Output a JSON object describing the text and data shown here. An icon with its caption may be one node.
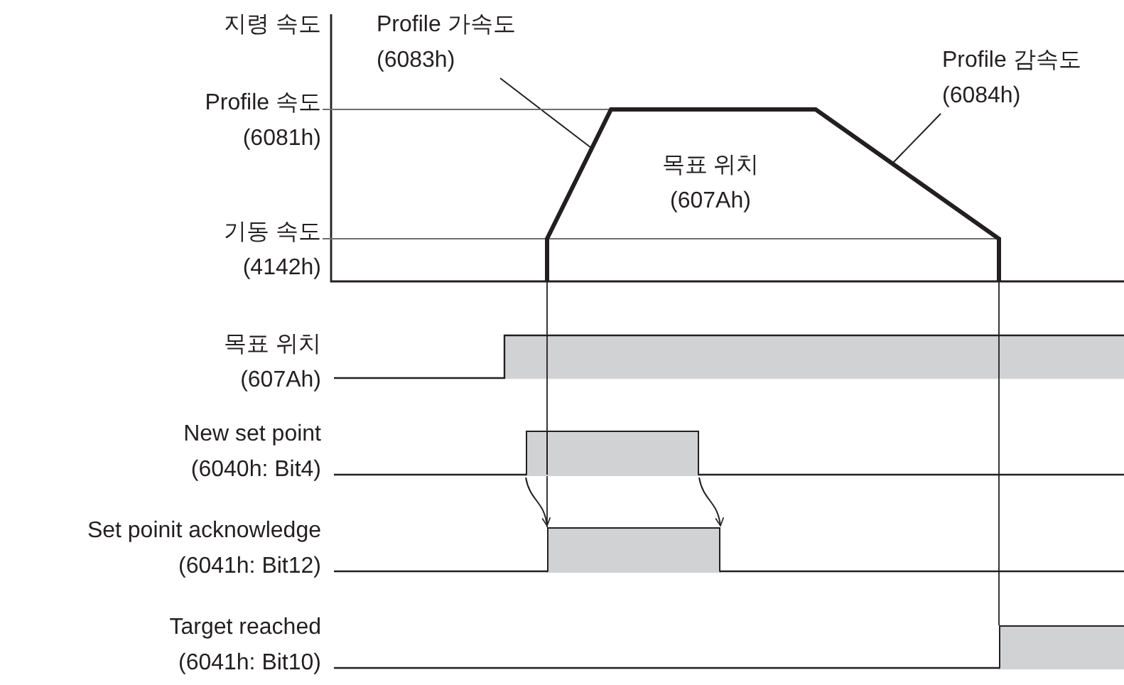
{
  "diagram": {
    "nodes": [
      {
        "text": [
          "Profile 가속도 (6083h)"
        ]
      },
      {
        "text": [
          "Profile 감속도 (6084h)"
        ]
      },
      {
        "text": [
          "Profile 속도 (6081h)"
        ]
      },
      {
        "text": [
          "목표 위치 (607Ah)"
        ]
      },
      {
        "text": [
          "기동 속도 (4142h)"
        ]
      },
      {
        "text": [
          "New set point (6040h: Bit4)"
        ]
      },
      {
        "text": [],
        "shape": "bar"
      },
      {
        "text": [
          "Set poinit acknowledge (6041h: Bit12)"
        ]
      },
      {
        "text": [],
        "shape": "bar"
      },
      {
        "text": [
          "Target reached (6041h: Bit10)"
        ]
      },
      {
        "text": [],
        "shape": "bar"
      }
    ],
    "edges": [
      {
        "from": 0,
        "to": 3,
        "arrow": "none"
      },
      {
        "from": 1,
        "to": 3,
        "arrow": "none"
      },
      {
        "from": 2,
        "to": 3,
        "arrow": "none",
        "color": "#6d6e71"
      },
      {
        "from": 4,
        "to": 3,
        "arrow": "none",
        "color": "#6d6e71"
      },
      {
        "from": 3,
        "to": 6,
        "arrow": "none"
      },
      {
        "from": 3,
        "to": 10,
        "arrow": "none"
      },
      {
        "from": 6,
        "to": 8,
        "arrow": "to"
      },
      {
        "from": 6,
        "to": 8,
        "arrow": "to"
      },
      {
        "from": 5,
        "to": 6,
        "arrow": "none"
      },
      {
        "from": 7,
        "to": 8,
        "arrow": "none"
      },
      {
        "from": 9,
        "to": 10,
        "arrow": "none"
      },
      {
        "from": 6,
        "to": 8,
        "arrow": "none"
      }
    ],
    "labels": [
      "지령 속도",
      "목표 위치 (607Ah)"
    ]
  }
}
